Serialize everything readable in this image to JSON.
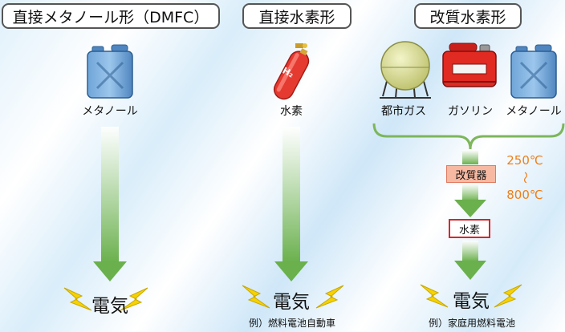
{
  "headers": {
    "dmfc": "直接メタノール形（DMFC）",
    "direct_h2": "直接水素形",
    "reformed": "改質水素形"
  },
  "fuels": {
    "methanol_left": "メタノール",
    "hydrogen": "水素",
    "city_gas": "都市ガス",
    "gasoline": "ガソリン",
    "methanol_right": "メタノール"
  },
  "icons": {
    "jerrycan": "jerrycan-icon",
    "h2_cylinder": "hydrogen-cylinder-icon",
    "h2_symbol": "H₂",
    "gas_holder": "gas-holder-icon",
    "gasoline_can": "gasoline-can-icon",
    "lightning": "lightning-icon"
  },
  "reformer": {
    "label": "改質器",
    "temp_high": "250℃",
    "temp_sep": "〜",
    "temp_low": "800℃",
    "output": "水素"
  },
  "outputs": {
    "electricity": "電気",
    "example_car": "例）燃料電池自動車",
    "example_home": "例）家庭用燃料電池"
  },
  "colors": {
    "arrow_green": "#6ab04c",
    "brace_green": "#7db65b",
    "temp_orange": "#ee7f1a",
    "reformer_fill": "#f7b9a2",
    "box_red": "#d6262c",
    "bolt_yellow": "#f6d200"
  }
}
